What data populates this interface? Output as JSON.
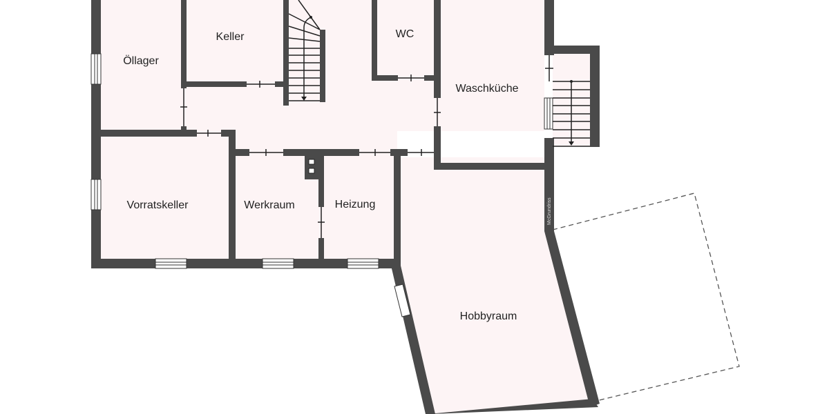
{
  "plan": {
    "type": "floor-plan",
    "level": "basement",
    "watermark": "McGrundriss",
    "colors": {
      "wall": "#4a4a4a",
      "floor": "#fdf4f5",
      "background": "#ffffff",
      "text": "#222222"
    },
    "rooms": [
      {
        "id": "oellager",
        "label": "Öllager"
      },
      {
        "id": "keller",
        "label": "Keller"
      },
      {
        "id": "wc",
        "label": "WC"
      },
      {
        "id": "waschkueche",
        "label": "Waschküche"
      },
      {
        "id": "vorratskeller",
        "label": "Vorratskeller"
      },
      {
        "id": "werkraum",
        "label": "Werkraum"
      },
      {
        "id": "heizung",
        "label": "Heizung"
      },
      {
        "id": "hobbyraum",
        "label": "Hobbyraum"
      }
    ]
  }
}
